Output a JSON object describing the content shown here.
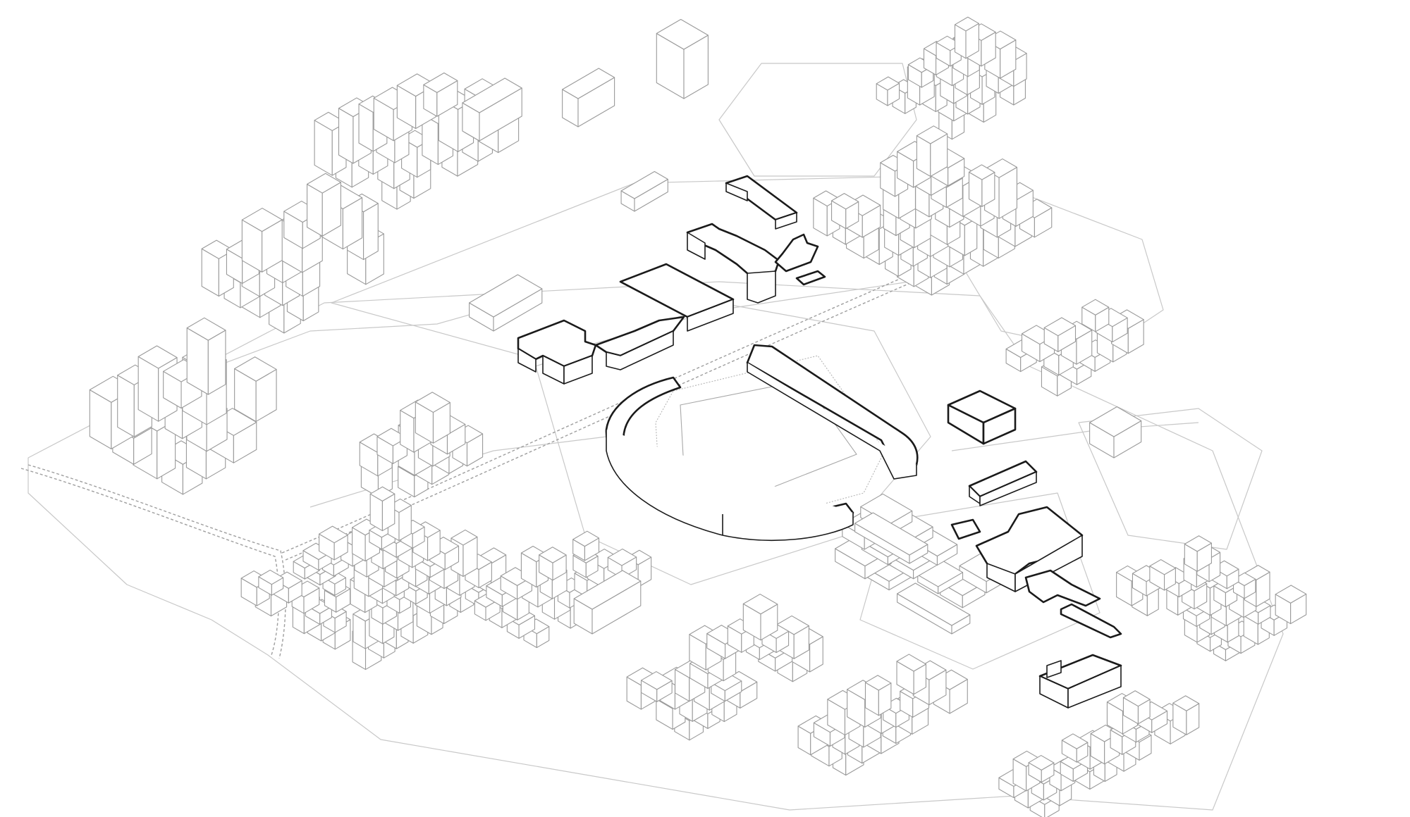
{
  "diagram": {
    "kind": "axonometric-urban-site-plan",
    "background_color": "#ffffff",
    "context_line_color": "#9a9a9a",
    "highlight_line_color": "#1a1a1a",
    "highlighted_groups": [
      "stadium",
      "north-cluster",
      "east-cluster"
    ]
  }
}
